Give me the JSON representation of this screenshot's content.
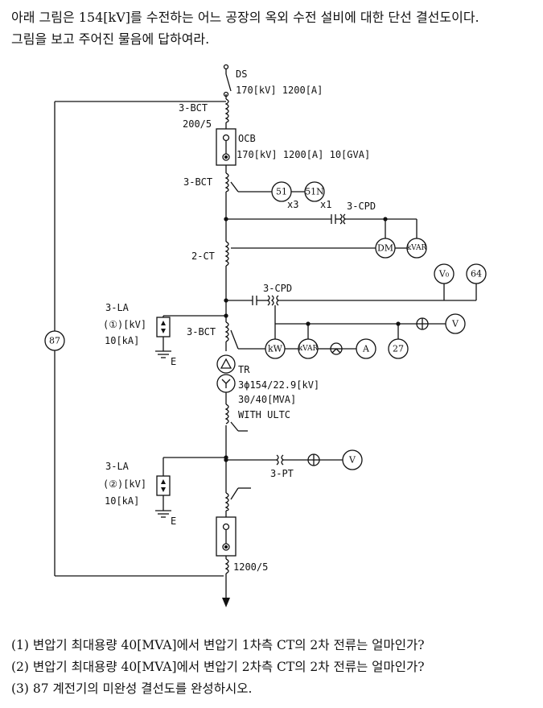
{
  "intro": {
    "line1": "아래 그림은 154[kV]를 수전하는 어느 공장의 옥외 수전 설비에 대한 단선 결선도이다.",
    "line2": "그림을 보고 주어진 물음에 답하여라."
  },
  "diagram": {
    "ds_label": "DS",
    "ds_rating": "170[kV] 1200[A]",
    "bct_top": "3-BCT",
    "bct_top_ratio": "200/5",
    "ocb_label": "OCB",
    "ocb_rating": "170[kV] 1200[A] 10[GVA]",
    "bct_mid": "3-BCT",
    "relay_51": "51",
    "relay_51n": "51N",
    "relay_51_qty": "x3",
    "relay_51n_qty": "x1",
    "cpd_top": "3-CPD",
    "meter_dm": "DM",
    "meter_kvar_top": "kVAR",
    "ct_2": "2-CT",
    "relay_v0": "V₀",
    "relay_64": "64",
    "cpd_mid": "3-CPD",
    "meter_kw": "kW",
    "meter_kvar_mid": "kVAR",
    "meter_a": "A",
    "relay_27": "27",
    "meter_v_top": "V",
    "la1_label": "3-LA",
    "la1_rating": "(①)[kV]",
    "la1_current": "10[kA]",
    "earth_1": "E",
    "bct_tr": "3-BCT",
    "relay_87": "87",
    "tr_label": "TR",
    "tr_rating": "3ϕ154/22.9[kV]",
    "tr_capacity": "30/40[MVA]",
    "tr_ultc": "WITH ULTC",
    "la2_label": "3-LA",
    "la2_rating": "(②)[kV]",
    "la2_current": "10[kA]",
    "earth_2": "E",
    "pt_label": "3-PT",
    "meter_v_bottom": "V",
    "ct_bottom_ratio": "1200/5"
  },
  "questions": {
    "q1": "(1) 변압기 최대용량 40[MVA]에서 변압기 1차측 CT의 2차 전류는 얼마인가?",
    "q2": "(2) 변압기 최대용량 40[MVA]에서 변압기 2차측 CT의 2차 전류는 얼마인가?",
    "q3": "(3) 87 계전기의 미완성 결선도를 완성하시오."
  }
}
